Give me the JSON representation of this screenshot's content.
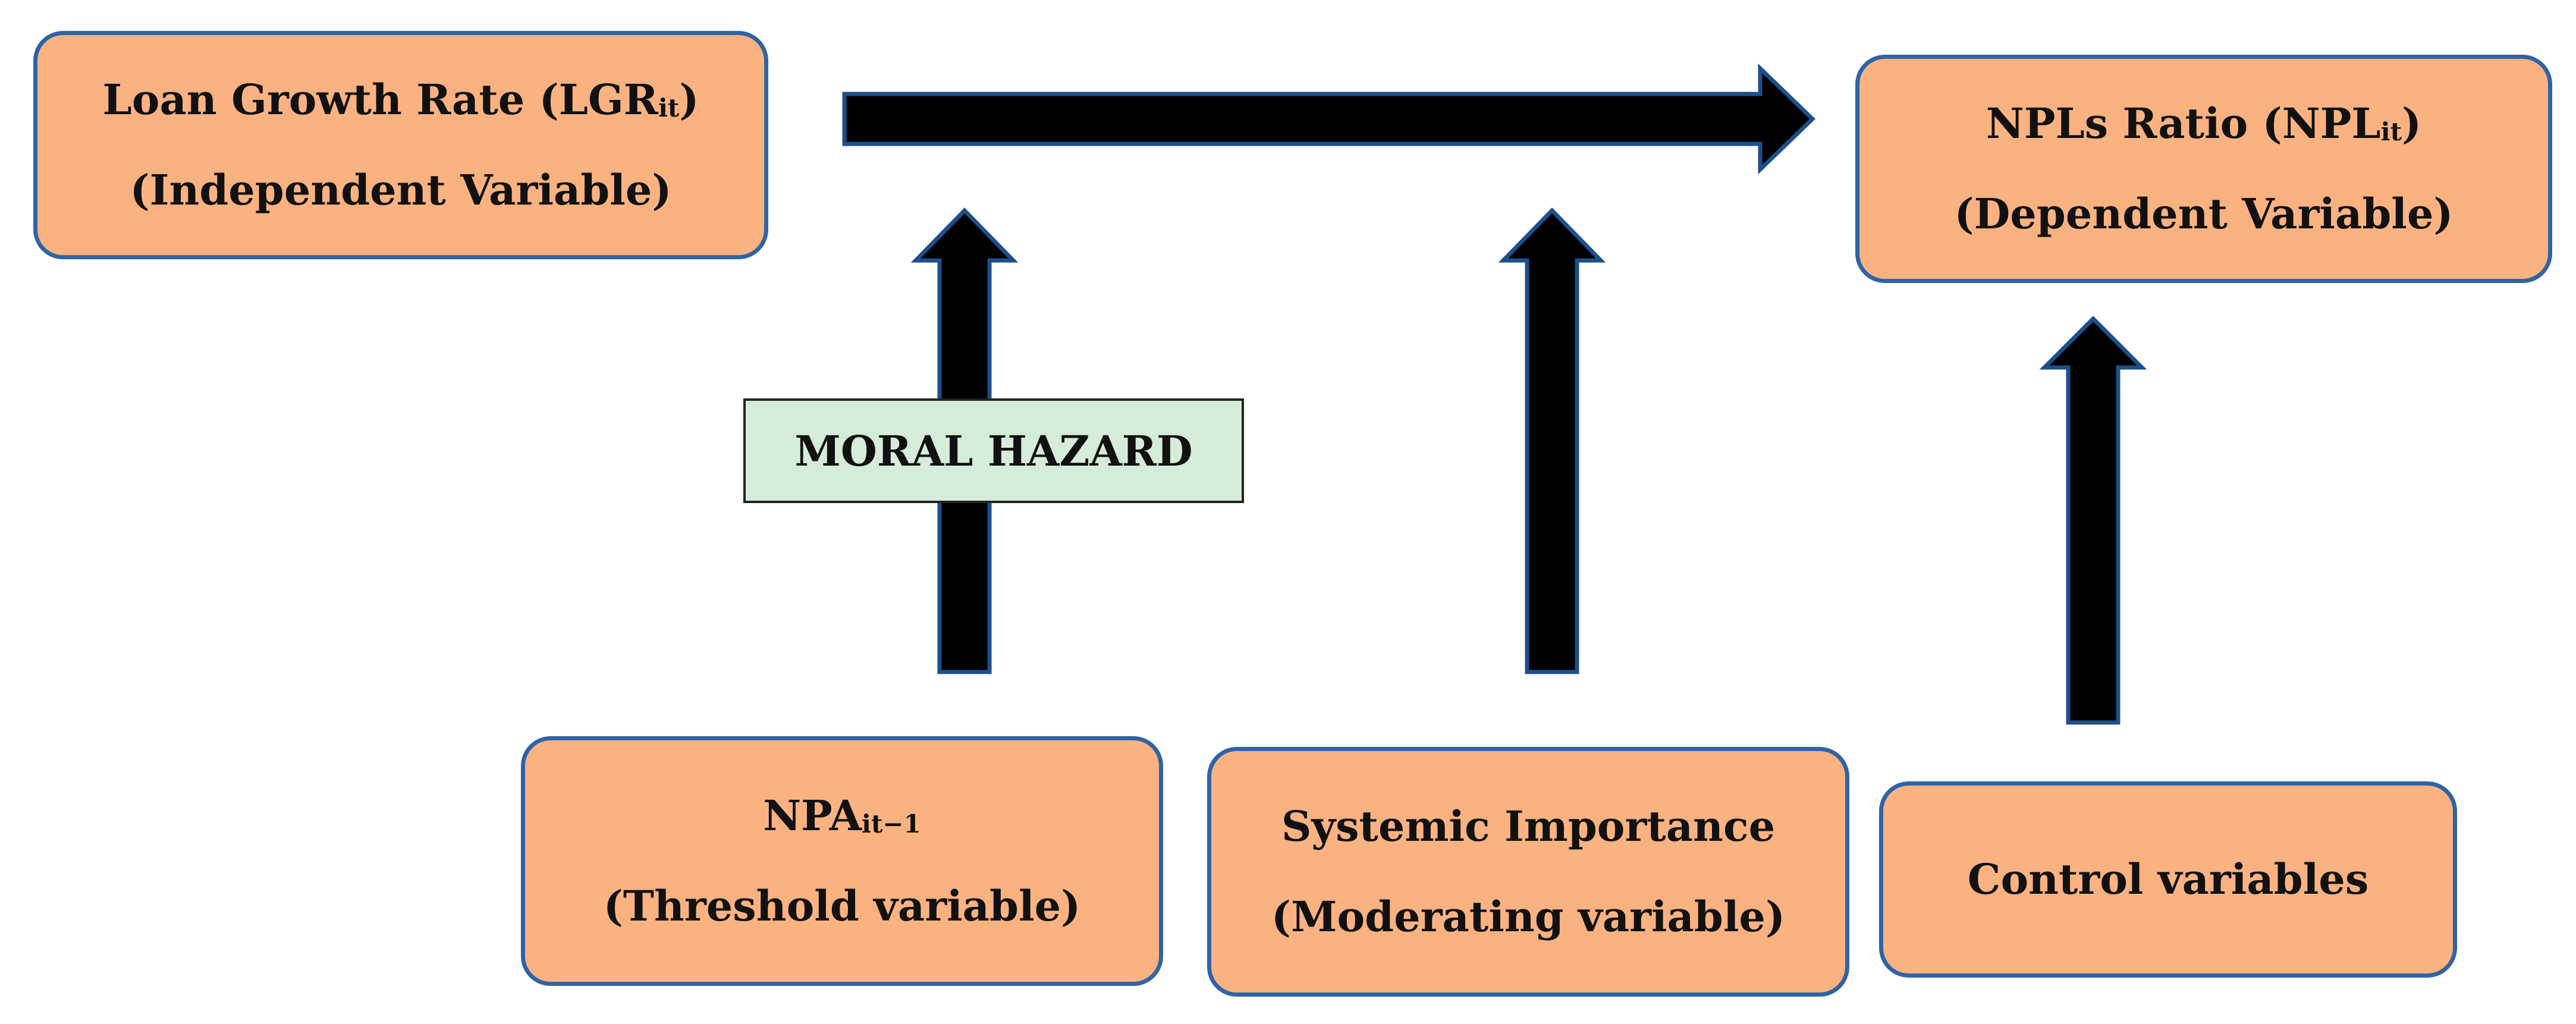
{
  "diagram": {
    "independent": {
      "title": "Loan Growth Rate (LGR",
      "sub": "it",
      "close": ")",
      "role": "(Independent Variable)"
    },
    "dependent": {
      "title": "NPLs Ratio (NPL",
      "sub": "it",
      "close": ")",
      "role": "(Dependent Variable)"
    },
    "threshold": {
      "title": "NPA",
      "sub": "it−1",
      "role": "(Threshold variable)"
    },
    "moderating": {
      "title": "Systemic Importance",
      "role": "(Moderating variable)"
    },
    "control": {
      "title": "Control variables"
    },
    "mechanism_label": "MORAL HAZARD",
    "colors": {
      "box_fill": "#fbb281",
      "box_border": "#2e64a6",
      "label_fill": "#d5ecd8",
      "arrow_fill": "#000000",
      "arrow_border": "#1d4f8a"
    }
  }
}
